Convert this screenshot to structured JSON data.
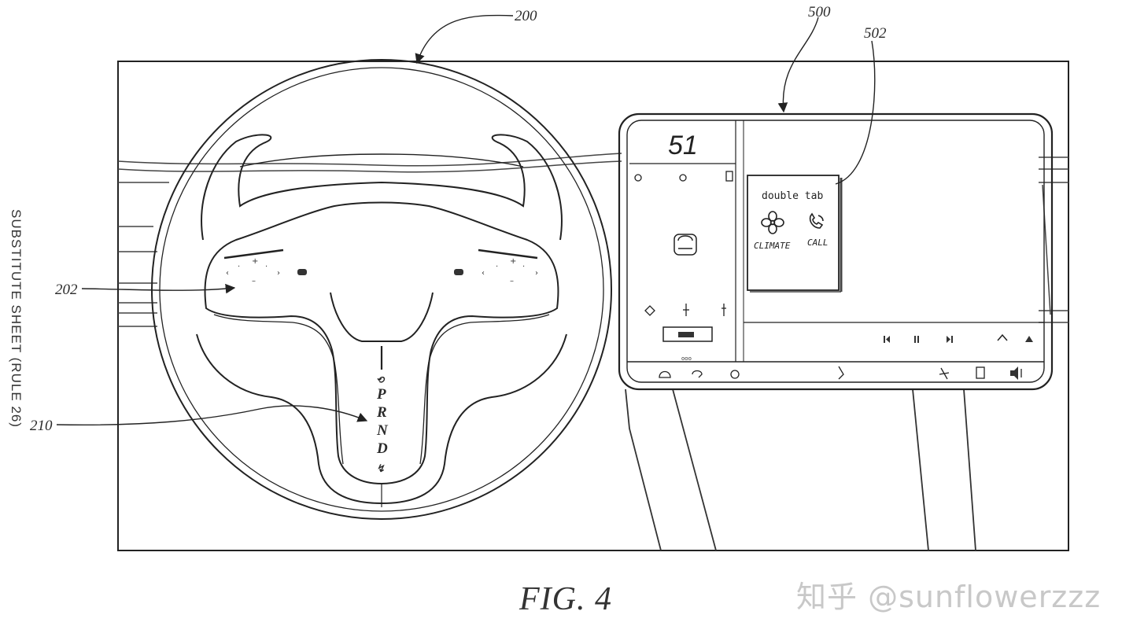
{
  "references": {
    "wheel": "200",
    "buttons": "202",
    "gear": "210",
    "display": "500",
    "popup": "502"
  },
  "side_text": "SUBSTITUTE SHEET (RULE 26)",
  "figure_label": "FIG. 4",
  "display": {
    "speed": "51",
    "popup_title": "double tab",
    "climate_label": "CLIMATE",
    "call_label": "CALL"
  },
  "gear_letters": [
    "P",
    "R",
    "N",
    "D"
  ],
  "watermark": "知乎 @sunflowerzzz",
  "icons": [
    "fan-icon",
    "phone-icon",
    "car-icon",
    "prev-track-icon",
    "pause-icon",
    "next-track-icon",
    "volume-icon"
  ]
}
